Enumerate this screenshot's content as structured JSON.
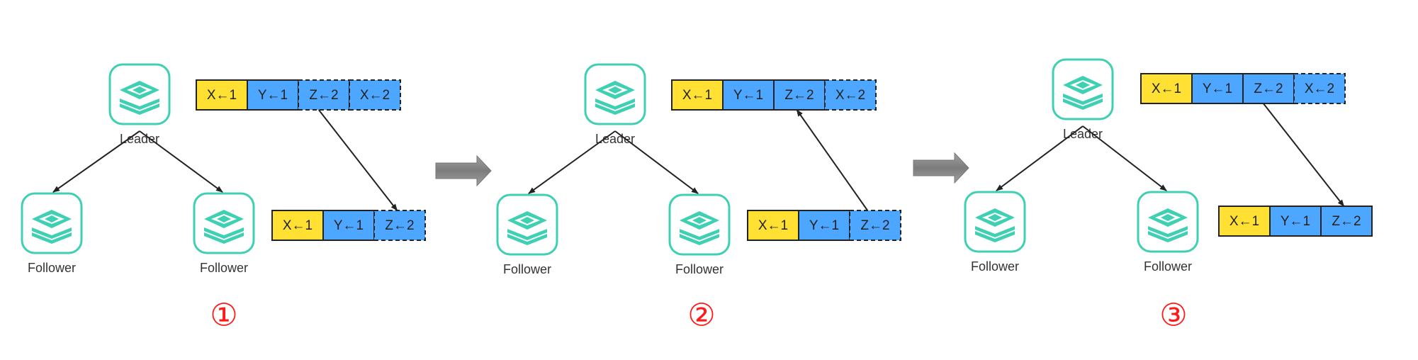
{
  "labels": {
    "leader": "Leader",
    "follower": "Follower"
  },
  "colors": {
    "icon": "#3fd0b4",
    "committed": "#ffe033",
    "log_entry": "#4da6ff",
    "border": "#222222",
    "step_number": "#ff1a1a",
    "arrow_fill": "#888888"
  },
  "icons": {
    "node": "database-stack-icon",
    "transition": "right-arrow-icon"
  },
  "panels": [
    {
      "step": "①",
      "leader_log": [
        {
          "text": "X←1",
          "state": "committed",
          "uncommitted": false
        },
        {
          "text": "Y←1",
          "state": "entry",
          "uncommitted": false
        },
        {
          "text": "Z←2",
          "state": "entry",
          "uncommitted": true
        },
        {
          "text": "X←2",
          "state": "entry",
          "uncommitted": true
        }
      ],
      "follower_log": [
        {
          "text": "X←1",
          "state": "committed",
          "uncommitted": false
        },
        {
          "text": "Y←1",
          "state": "entry",
          "uncommitted": false
        },
        {
          "text": "Z←2",
          "state": "entry",
          "uncommitted": true
        }
      ]
    },
    {
      "step": "②",
      "leader_log": [
        {
          "text": "X←1",
          "state": "committed",
          "uncommitted": false
        },
        {
          "text": "Y←1",
          "state": "entry",
          "uncommitted": false
        },
        {
          "text": "Z←2",
          "state": "entry",
          "uncommitted": false
        },
        {
          "text": "X←2",
          "state": "entry",
          "uncommitted": true
        }
      ],
      "follower_log": [
        {
          "text": "X←1",
          "state": "committed",
          "uncommitted": false
        },
        {
          "text": "Y←1",
          "state": "entry",
          "uncommitted": false
        },
        {
          "text": "Z←2",
          "state": "entry",
          "uncommitted": true
        }
      ]
    },
    {
      "step": "③",
      "leader_log": [
        {
          "text": "X←1",
          "state": "committed",
          "uncommitted": false
        },
        {
          "text": "Y←1",
          "state": "entry",
          "uncommitted": false
        },
        {
          "text": "Z←2",
          "state": "entry",
          "uncommitted": false
        },
        {
          "text": "X←2",
          "state": "entry",
          "uncommitted": true
        }
      ],
      "follower_log": [
        {
          "text": "X←1",
          "state": "committed",
          "uncommitted": false
        },
        {
          "text": "Y←1",
          "state": "entry",
          "uncommitted": false
        },
        {
          "text": "Z←2",
          "state": "entry",
          "uncommitted": false
        }
      ]
    }
  ]
}
